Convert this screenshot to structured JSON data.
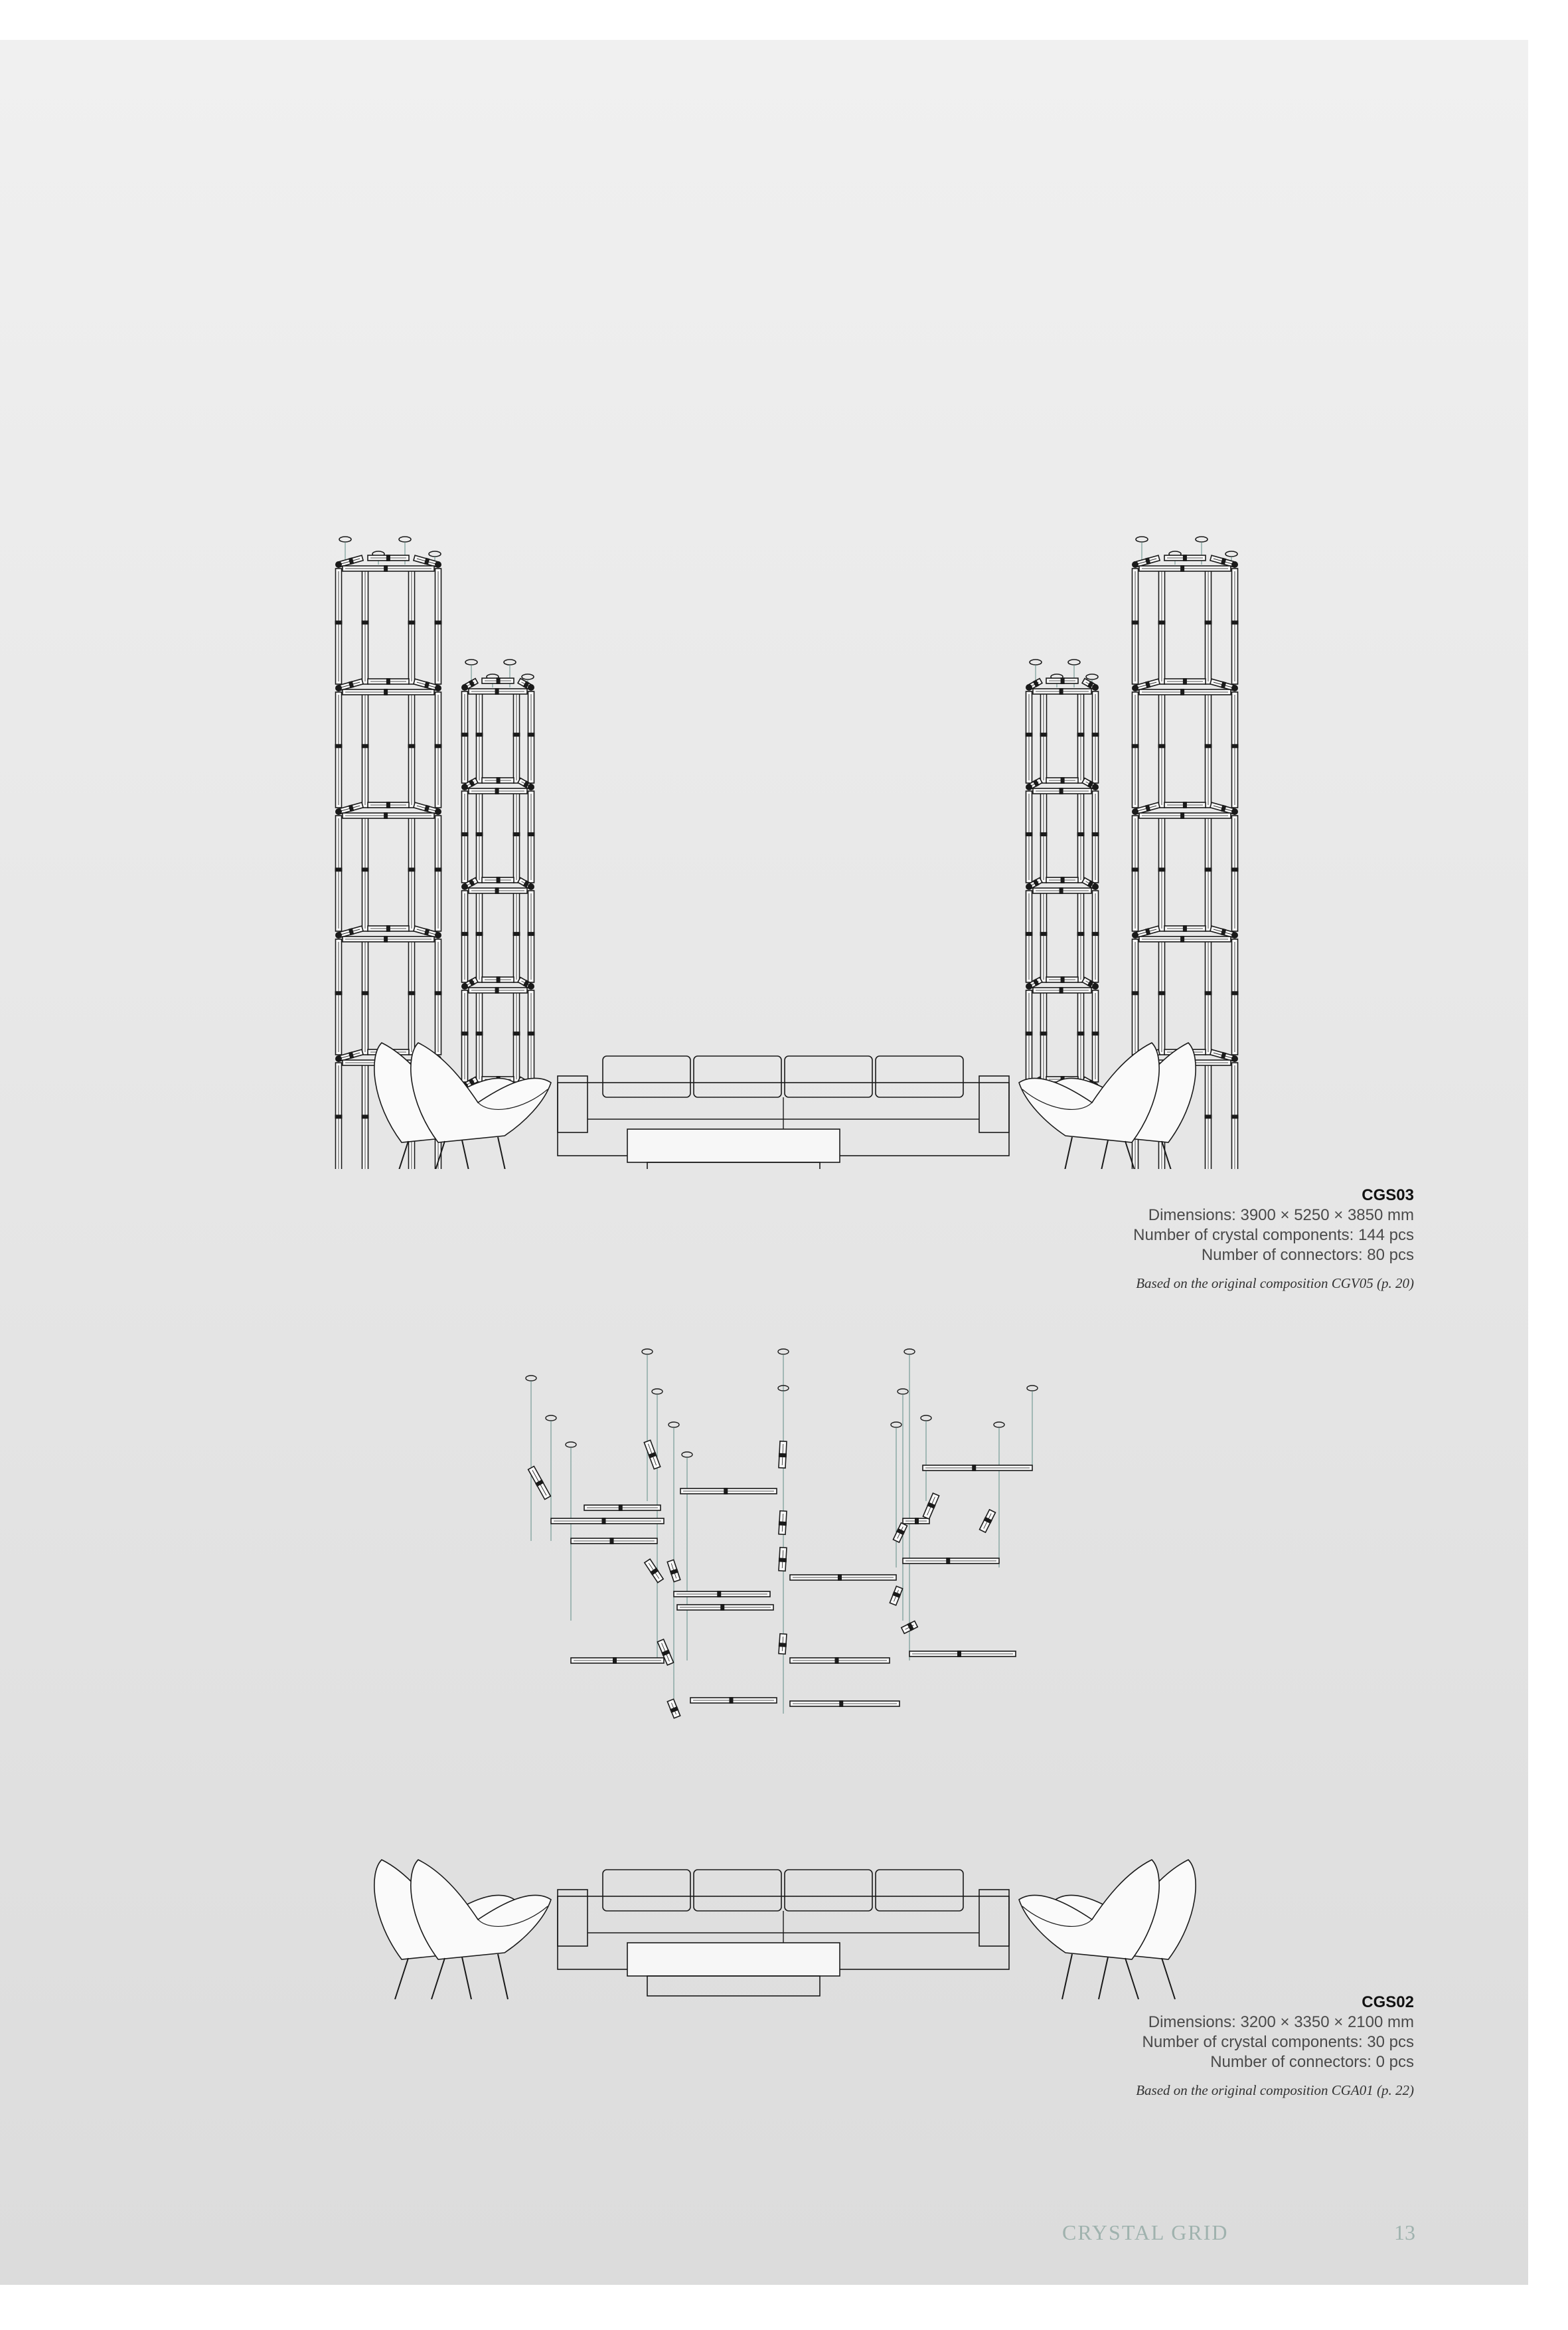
{
  "compositions": [
    {
      "code": "CGS03",
      "dimensions": "Dimensions: 3900 × 5250 × 3850 mm",
      "crystal_components": "Number of crystal components: 144 pcs",
      "connectors": "Number of connectors: 80 pcs",
      "note": "Based on the original composition CGV05 (p. 20)"
    },
    {
      "code": "CGS02",
      "dimensions": "Dimensions: 3200 × 3350 × 2100 mm",
      "crystal_components": "Number of crystal components: 30 pcs",
      "connectors": "Number of connectors: 0 pcs",
      "note": "Based on the original composition CGA01 (p. 22)"
    }
  ],
  "footer": {
    "title": "CRYSTAL GRID",
    "page_number": "13"
  },
  "colors": {
    "line": "#1a1a1a",
    "cable": "#5f8c86",
    "footer": "#9fb2ae"
  }
}
